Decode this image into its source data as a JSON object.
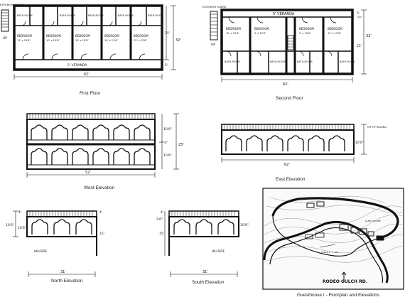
{
  "captions": {
    "first_floor": "First Floor",
    "second_floor": "Second Floor",
    "west_elevation": "West Elevation",
    "east_elevation": "East Elevation",
    "north_elevation": "North Elevation",
    "south_elevation": "South Elevation",
    "sheet_title": "Guesthouse I - Floorplan and Elevations"
  },
  "first_floor": {
    "stair_note": "EXTERIOR STAIRS",
    "up_label": "UP",
    "veranda_label": "5' VERANDA",
    "bath_label": "BATH-ROOM",
    "bedroom_label": "BEDROOM",
    "bedroom_dims": [
      "13' x 15'6\"",
      "10' x 15'6\"",
      "10' x 15'6\"",
      "10' x 15'6\"",
      "12' x 15'6\""
    ],
    "dim_width": "62'",
    "dim_depth": "32'",
    "dim_room": "25'",
    "dim_veranda": "5'"
  },
  "second_floor": {
    "stair_note": "EXTERIOR STAIRS",
    "up_label": "UP",
    "veranda_label": "5' VERANDA",
    "bedroom_dims": [
      "12' x 15'6\"",
      "9' x 15'6\"",
      "9' x 15'6\"",
      "12' x 15'6\""
    ],
    "dim_width": "62'",
    "dim_depth": "32'",
    "dim_room": "25'",
    "dim_veranda": "5'"
  },
  "west_elevation": {
    "dim_width": "52'",
    "dim_total": "25'",
    "dim_upper": "10'6\"",
    "dim_lower": "10'6\"",
    "dim_base": "2'"
  },
  "east_elevation": {
    "dim_width": "62'",
    "dim_top": "TOP OF RAILING",
    "dim_height": "10'6\""
  },
  "north_elevation": {
    "dim_width": "31'",
    "dim_roof": "4'",
    "dim_total": "10'6\"",
    "dim_wall": "10'6\"",
    "dim_right_top": "4'",
    "dim_right": "15'",
    "hillside": "HILLSIDE"
  },
  "south_elevation": {
    "dim_width": "31'",
    "dim_roof": "4'",
    "dim_total": "2'6\"",
    "dim_wall": "15'",
    "dim_right": "10'6\"",
    "hillside": "HILLSIDE"
  },
  "site_plan": {
    "road_label": "RODEO GULCH RD.",
    "scale_note": "SCALE 1\" = 100'",
    "guest_house_label": "GUEST HOUSE"
  }
}
